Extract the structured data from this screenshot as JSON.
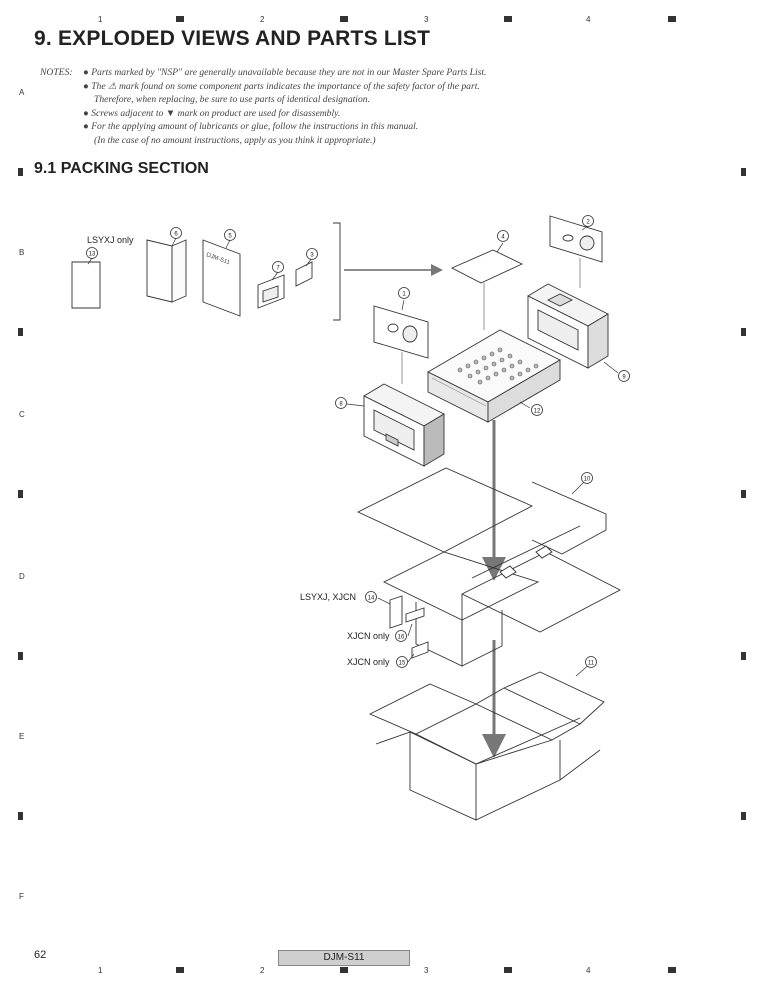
{
  "page": {
    "title": "9. EXPLODED VIEWS AND PARTS LIST",
    "section_title": "9.1  PACKING SECTION",
    "page_number": "62",
    "model": "DJM-S11"
  },
  "notes": {
    "label": "NOTES:",
    "items": [
      "● Parts marked by \"NSP\" are generally unavailable because they are not in our Master Spare Parts List.",
      "● The ⚠ mark found on some component parts indicates the importance of the safety factor of the part.",
      "Therefore, when replacing, be sure to use parts of identical designation.",
      "● Screws adjacent to ▼ mark on product are used for disassembly.",
      "● For the applying amount of lubricants or glue, follow the instructions in this manual.",
      "(In the case of no amount instructions, apply as you think it appropriate.)"
    ]
  },
  "grid": {
    "columns": [
      "1",
      "2",
      "3",
      "4"
    ],
    "rows": [
      "A",
      "B",
      "C",
      "D",
      "E",
      "F"
    ]
  },
  "callouts": {
    "n1": "1",
    "n2": "2",
    "n3": "3",
    "n4": "4",
    "n5": "5",
    "n6": "6",
    "n7": "7",
    "n8": "8",
    "n9": "9",
    "n10": "10",
    "n11": "11",
    "n12": "12",
    "n13": "13",
    "n14": "14",
    "n15": "15",
    "n16": "16"
  },
  "labels": {
    "lsyxj_only": "LSYXJ only",
    "lsyxj_xjcn": "LSYXJ, XJCN",
    "xjcn_only_16": "XJCN only",
    "xjcn_only_15": "XJCN only"
  }
}
